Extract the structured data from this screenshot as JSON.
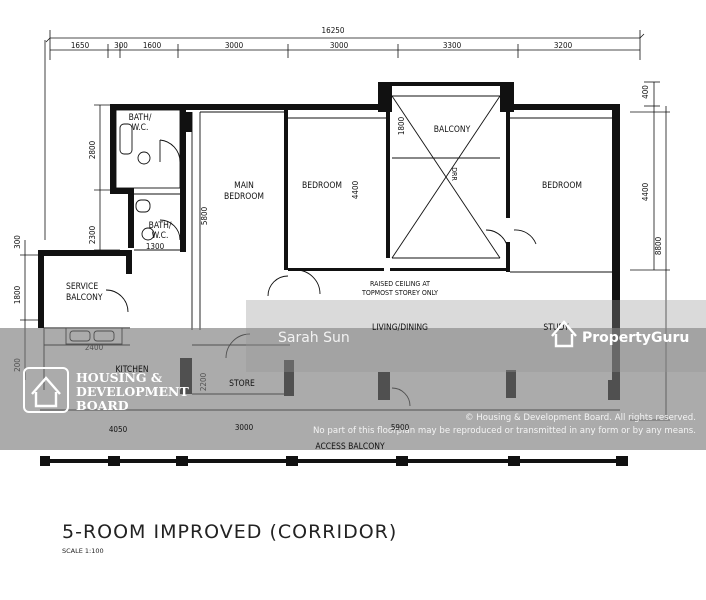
{
  "plan": {
    "title": "5-ROOM IMPROVED (CORRIDOR)",
    "scale": "SCALE   1:100",
    "overall_width": "16250",
    "top_dims": [
      "1650",
      "300",
      "1600",
      "3000",
      "3000",
      "3300",
      "3200"
    ],
    "right_dims": [
      "400",
      "4400",
      "8800"
    ],
    "left_dims": [
      "2800",
      "2300",
      "300",
      "1800",
      "200"
    ],
    "inner_dims": [
      "5800",
      "4400",
      "1800",
      "1300",
      "2400",
      "2200"
    ],
    "bottom_dims": [
      "4050",
      "3000",
      "5900"
    ],
    "rooms": {
      "bath1": "BATH/\nW.C.",
      "bath2": "BATH/\nW.C.",
      "main_bedroom": "MAIN\nBEDROOM",
      "bedroom1": "BEDROOM",
      "balcony": "BALCONY",
      "bedroom2": "BEDROOM",
      "service_balcony": "SERVICE\nBALCONY",
      "kitchen": "KITCHEN",
      "store": "STORE",
      "living": "LIVING/DINING",
      "study": "STUDY",
      "raised_ceiling": "RAISED CEILING AT\nTOPMOST STOREY ONLY",
      "refuse": "DRR",
      "access_balcony": "ACCESS     BALCONY"
    }
  },
  "watermark": {
    "agent": "Sarah Sun",
    "brand": "PropertyGuru",
    "hdb_lines": [
      "HOUSING &",
      "DEVELOPMENT",
      "BOARD"
    ],
    "copyright": "© Housing & Development Board. All rights reserved.",
    "notice": "No part of this floorplan may be reproduced or transmitted in any form or by any means."
  }
}
